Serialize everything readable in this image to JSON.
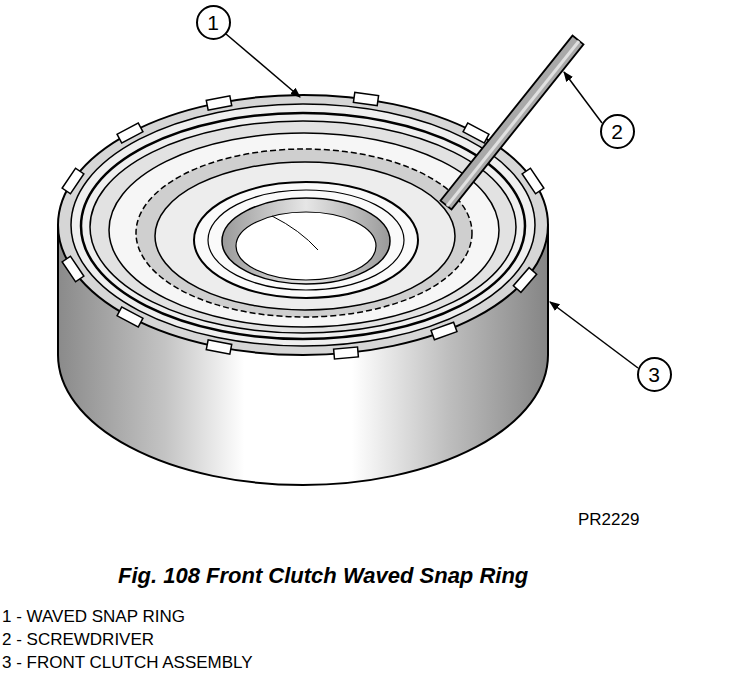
{
  "diagram": {
    "caption": "Fig. 108 Front Clutch Waved Snap Ring",
    "nodes": [
      {
        "text": [
          "1"
        ]
      },
      {
        "text": [
          "2"
        ]
      },
      {
        "text": [
          "3"
        ]
      }
    ],
    "labels": [
      "PR2229",
      "1 - WAVED SNAP RING",
      "2 - SCREWDRIVER",
      "3 - FRONT CLUTCH ASSEMBLY"
    ]
  }
}
